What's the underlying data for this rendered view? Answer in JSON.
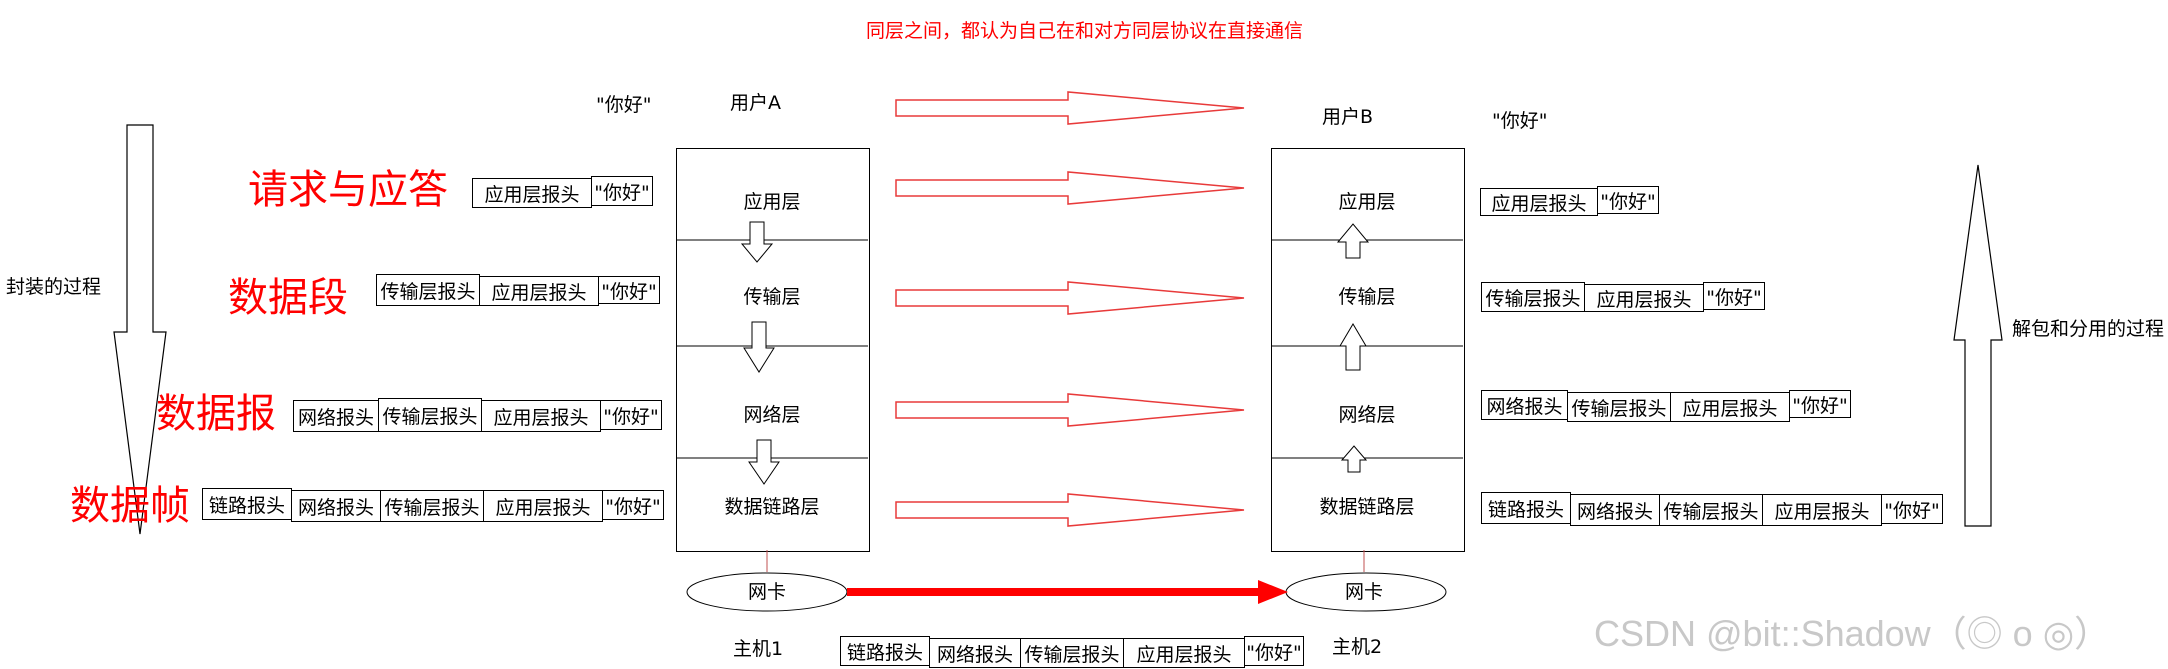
{
  "caption": "同层之间，都认为自己在和对方同层协议在直接通信",
  "left": {
    "user": "用户A",
    "msg": "\"你好\"",
    "layers": [
      "应用层",
      "传输层",
      "网络层",
      "数据链路层"
    ],
    "nic": "网卡",
    "host": "主机1",
    "process_label": "封装的过程"
  },
  "right": {
    "user": "用户B",
    "msg": "\"你好\"",
    "layers": [
      "应用层",
      "传输层",
      "网络层",
      "数据链路层"
    ],
    "nic": "网卡",
    "host": "主机2",
    "process_label": "解包和分用的过程"
  },
  "unit_titles": [
    "请求与应答",
    "数据段",
    "数据报",
    "数据帧"
  ],
  "headers": {
    "app": "应用层报头",
    "trans": "传输层报头",
    "net": "网络报头",
    "link": "链路报头",
    "payload": "\"你好\""
  },
  "watermark": "CSDN @bit::Shadow（◎ o ◎）"
}
